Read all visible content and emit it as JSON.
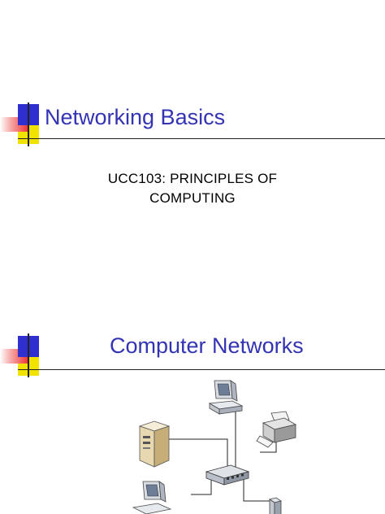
{
  "slide1": {
    "title": "Networking Basics",
    "subtitle_line1": "UCC103: PRINCIPLES OF",
    "subtitle_line2": "COMPUTING"
  },
  "slide2": {
    "title": "Computer Networks",
    "diagram_icons": [
      "server-icon",
      "desktop-computer-icon",
      "printer-icon",
      "network-switch-icon"
    ]
  },
  "colors": {
    "title": "#3333b3",
    "deco_blue": "#2f2fd0",
    "deco_yellow": "#f2e200",
    "deco_red": "#ee2c2c"
  }
}
